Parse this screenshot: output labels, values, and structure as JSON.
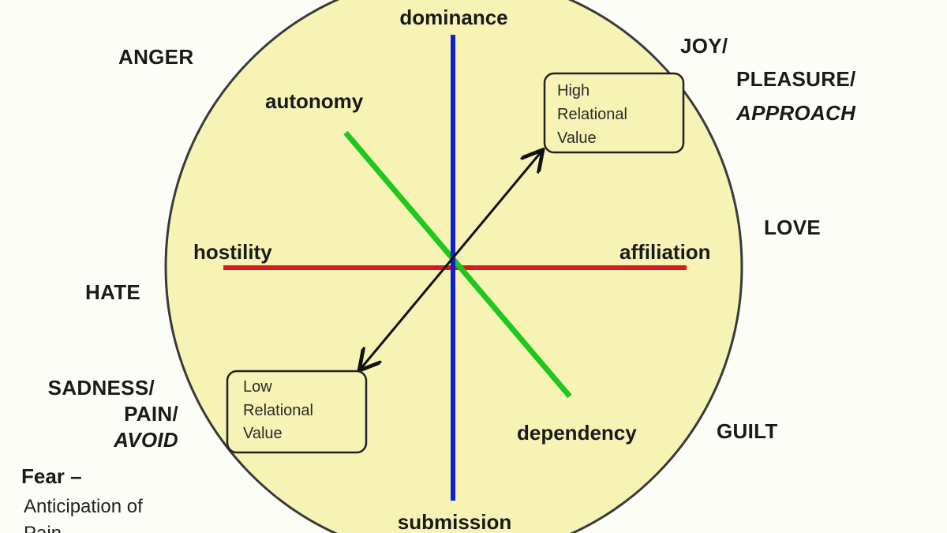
{
  "axes": {
    "top": "dominance",
    "bottom": "submission",
    "left": "hostility",
    "right": "affiliation",
    "upper_left": "autonomy",
    "lower_right": "dependency"
  },
  "emotions": {
    "anger": "ANGER",
    "hate": "HATE",
    "love": "LOVE",
    "guilt": "GUILT",
    "joy": {
      "line1": "JOY/",
      "line2": "PLEASURE/",
      "line3": "APPROACH"
    },
    "sadness": {
      "line1": "SADNESS/",
      "line2": "PAIN/",
      "line3": "AVOID"
    }
  },
  "boxes": {
    "high": {
      "line1": "High",
      "line2": "Relational",
      "line3": "Value"
    },
    "low": {
      "line1": "Low",
      "line2": "Relational",
      "line3": "Value"
    }
  },
  "fear": {
    "title": "Fear –",
    "line1": "Anticipation of",
    "line2": "Pain"
  },
  "colors": {
    "circle_fill": "#f7f3b5",
    "circle_stroke": "#3a3a3a",
    "dominance_axis": "#0b1fd6",
    "affiliation_axis": "#d71920",
    "autonomy_axis": "#1fc71f",
    "relational_arrow": "#111111"
  }
}
